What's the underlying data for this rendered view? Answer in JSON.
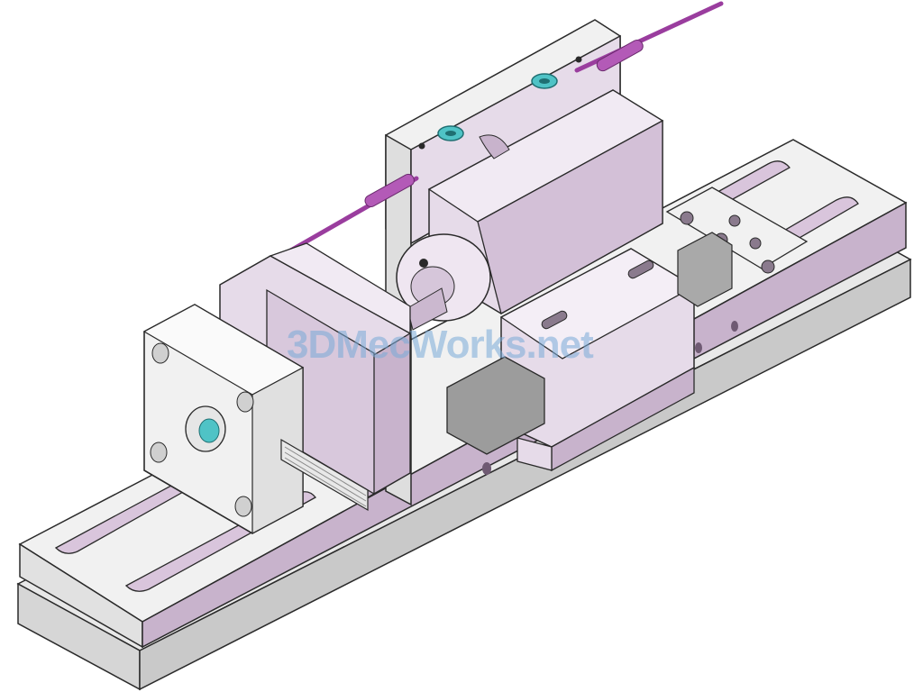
{
  "watermark": {
    "text": "3DMecWorks.net"
  },
  "colors": {
    "background": "#ffffff",
    "body_lilac": "#e6dbe9",
    "body_lilac_dark": "#c8b3cc",
    "body_lilac_shadow": "#a88fad",
    "face_light": "#f1f1f1",
    "base_plate": "#e8e8e8",
    "base_plate_shadow": "#c9c9c9",
    "filament": "#9a3d9e",
    "bearing": "#4fc3c6",
    "outline": "#2a2a2a",
    "watermark": "#78aad7"
  },
  "icons": {
    "fasteners": "hex-socket-screw",
    "bearings": "ball-bearing",
    "filament": "filament-rod"
  }
}
